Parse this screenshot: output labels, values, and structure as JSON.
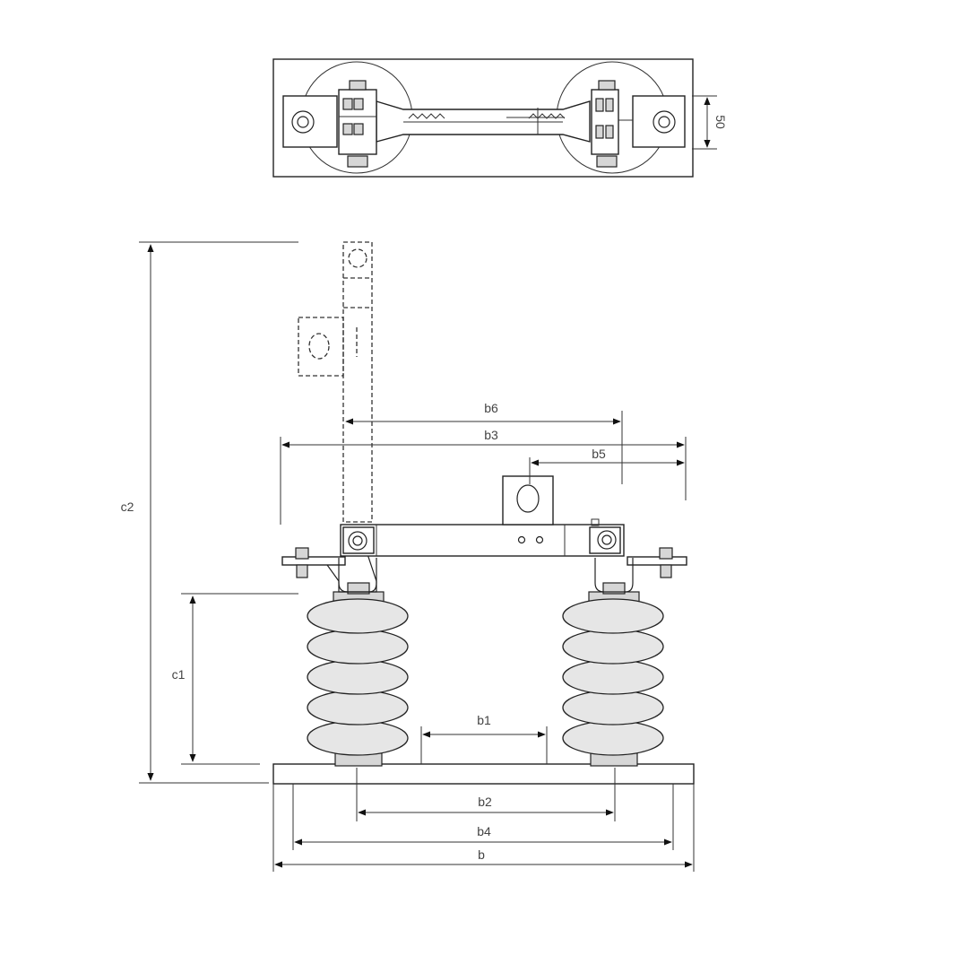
{
  "drawing": {
    "top_view": {
      "dimension_label": "50"
    },
    "front_view": {
      "dimensions": {
        "c2": "c2",
        "c1": "c1",
        "b6": "b6",
        "b3": "b3",
        "b5": "b5",
        "b1": "b1",
        "b2": "b2",
        "b4": "b4",
        "b": "b"
      }
    }
  },
  "colors": {
    "line": "#222222",
    "fill_light": "#e6e6e6",
    "fill_mid": "#d6d6d6",
    "label": "#444444"
  }
}
